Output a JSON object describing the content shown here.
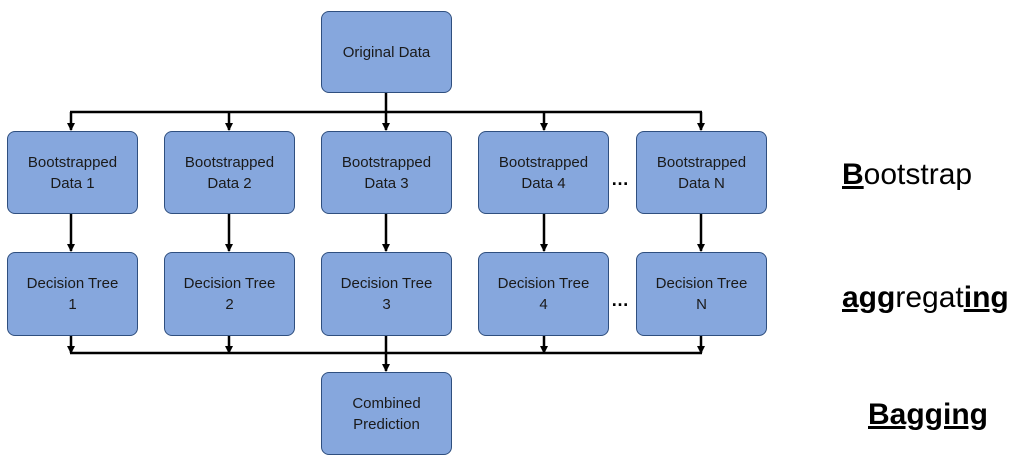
{
  "diagram": {
    "original": {
      "line1": "Original Data"
    },
    "bootstrapped": [
      {
        "line1": "Bootstrapped",
        "line2": "Data 1"
      },
      {
        "line1": "Bootstrapped",
        "line2": "Data 2"
      },
      {
        "line1": "Bootstrapped",
        "line2": "Data 3"
      },
      {
        "line1": "Bootstrapped",
        "line2": "Data 4"
      },
      {
        "line1": "Bootstrapped",
        "line2": "Data N"
      }
    ],
    "trees": [
      {
        "line1": "Decision Tree",
        "line2": "1"
      },
      {
        "line1": "Decision Tree",
        "line2": "2"
      },
      {
        "line1": "Decision Tree",
        "line2": "3"
      },
      {
        "line1": "Decision Tree",
        "line2": "4"
      },
      {
        "line1": "Decision Tree",
        "line2": "N"
      }
    ],
    "combined": {
      "line1": "Combined",
      "line2": "Prediction"
    },
    "ellipsis": "…"
  },
  "labels": {
    "bootstrap": {
      "strong": "B",
      "rest": "ootstrap"
    },
    "aggregating": {
      "part1": "agg",
      "part2": "regat",
      "part3": "ing"
    },
    "bagging": "Bagging"
  },
  "colors": {
    "box_fill": "#86a7dd",
    "box_border": "#2f4f7f",
    "connector": "#000000"
  }
}
